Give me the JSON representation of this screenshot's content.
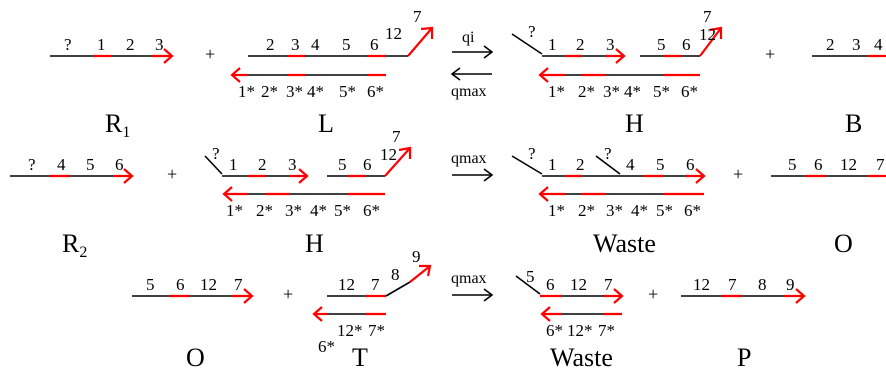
{
  "reaction1": {
    "R1": {
      "name": "R",
      "sub": "1",
      "top_labels": [
        "?",
        "1",
        "2",
        "3"
      ]
    },
    "plus1": "+",
    "L": {
      "name": "L",
      "top_labels": [
        "2",
        "3",
        "4",
        "5",
        "6",
        "12",
        "7"
      ],
      "bottom_labels": [
        "1*",
        "2*",
        "3*",
        "4*",
        "5*",
        "6*"
      ]
    },
    "rate_forward": "qi",
    "rate_reverse": "qmax",
    "H": {
      "name": "H",
      "top_labels": [
        "?",
        "1",
        "2",
        "3",
        "5",
        "6",
        "12",
        "7"
      ],
      "bottom_labels": [
        "1*",
        "2*",
        "3*",
        "4*",
        "5*",
        "6*"
      ]
    },
    "plus2": "+",
    "B": {
      "name": "B",
      "top_labels": [
        "2",
        "3",
        "4"
      ]
    }
  },
  "reaction2": {
    "R2": {
      "name": "R",
      "sub": "2",
      "top_labels": [
        "?",
        "4",
        "5",
        "6"
      ]
    },
    "plus1": "+",
    "H": {
      "name": "H",
      "top_labels": [
        "?",
        "1",
        "2",
        "3",
        "5",
        "6",
        "12",
        "7"
      ],
      "bottom_labels": [
        "1*",
        "2*",
        "3*",
        "4*",
        "5*",
        "6*"
      ]
    },
    "rate": "qmax",
    "Waste": {
      "name": "Waste",
      "top_labels": [
        "?",
        "1",
        "2",
        "?",
        "4",
        "5",
        "6"
      ],
      "bottom_labels": [
        "1*",
        "2*",
        "3*",
        "4*",
        "5*",
        "6*"
      ]
    },
    "plus2": "+",
    "O": {
      "name": "O",
      "top_labels": [
        "5",
        "6",
        "12",
        "7"
      ]
    }
  },
  "reaction3": {
    "O": {
      "name": "O",
      "top_labels": [
        "5",
        "6",
        "12",
        "7"
      ]
    },
    "plus1": "+",
    "T": {
      "name": "T",
      "top_labels": [
        "12",
        "7",
        "8",
        "9"
      ],
      "bottom_labels": [
        "6*",
        "12*",
        "7*"
      ]
    },
    "rate": "qmax",
    "Waste": {
      "name": "Waste",
      "top_labels": [
        "5",
        "6",
        "12",
        "7"
      ],
      "bottom_labels": [
        "6*",
        "12*",
        "7*"
      ]
    },
    "plus2": "+",
    "P": {
      "name": "P",
      "top_labels": [
        "12",
        "7",
        "8",
        "9"
      ]
    }
  }
}
